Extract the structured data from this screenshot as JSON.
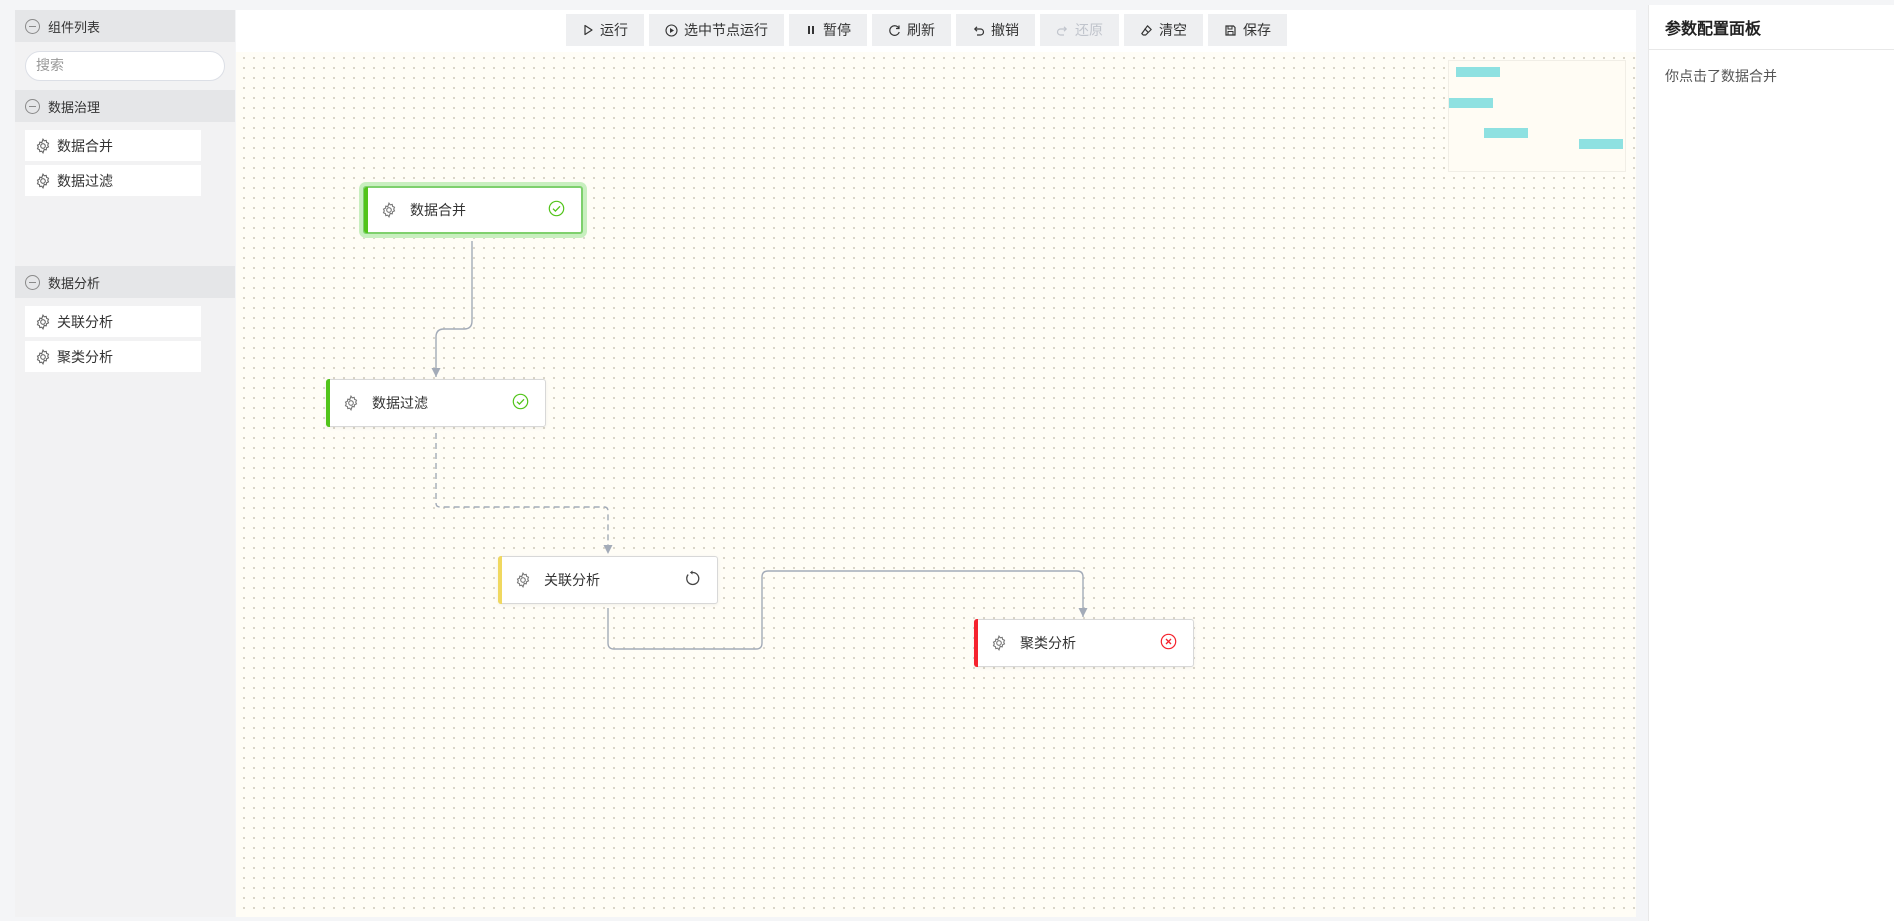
{
  "sidebar": {
    "title": "组件列表",
    "search_placeholder": "搜索",
    "groups": [
      {
        "name": "数据治理",
        "items": [
          "数据合并",
          "数据过滤"
        ]
      },
      {
        "name": "数据分析",
        "items": [
          "关联分析",
          "聚类分析"
        ]
      }
    ]
  },
  "toolbar": {
    "buttons": [
      {
        "label": "运行",
        "icon": "play-icon",
        "enabled": true
      },
      {
        "label": "选中节点运行",
        "icon": "play-circle-icon",
        "enabled": true
      },
      {
        "label": "暂停",
        "icon": "pause-icon",
        "enabled": true
      },
      {
        "label": "刷新",
        "icon": "refresh-icon",
        "enabled": true
      },
      {
        "label": "撤销",
        "icon": "undo-icon",
        "enabled": true
      },
      {
        "label": "还原",
        "icon": "redo-icon",
        "enabled": false
      },
      {
        "label": "清空",
        "icon": "eraser-icon",
        "enabled": true
      },
      {
        "label": "保存",
        "icon": "save-icon",
        "enabled": true
      }
    ]
  },
  "nodes": [
    {
      "label": "数据合并",
      "status": "success",
      "status_icon": "check-circle-icon",
      "selected": true
    },
    {
      "label": "数据过滤",
      "status": "success",
      "status_icon": "check-circle-icon",
      "selected": false
    },
    {
      "label": "关联分析",
      "status": "running",
      "status_icon": "loading-icon",
      "selected": false
    },
    {
      "label": "聚类分析",
      "status": "error",
      "status_icon": "close-circle-icon",
      "selected": false
    }
  ],
  "colors": {
    "success": "#52c41a",
    "running": "#f0d860",
    "error": "#f5222d",
    "minimap_node": "#8ee1e1",
    "edge": "#a3abb8"
  },
  "panel": {
    "title": "参数配置面板",
    "message": "你点击了数据合并"
  }
}
